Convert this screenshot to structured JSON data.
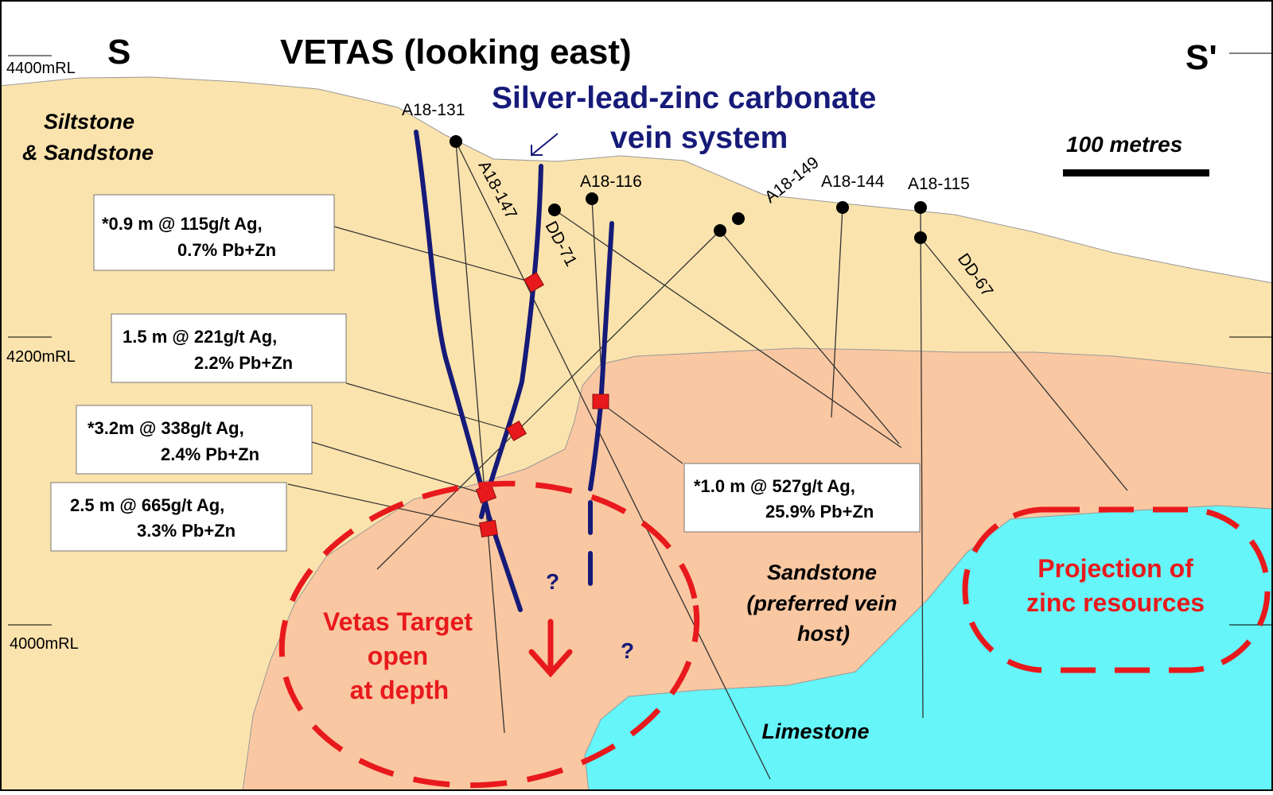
{
  "title": "VETAS (looking east)",
  "section_labels": {
    "left": "S",
    "right": "S'"
  },
  "elevations": [
    "4400mRL",
    "4200mRL",
    "4000mRL"
  ],
  "scale_bar": "100 metres",
  "rock_units": {
    "siltstone": [
      "Siltstone",
      "& Sandstone"
    ],
    "sandstone": [
      "Sandstone",
      "(preferred vein",
      "host)"
    ],
    "limestone": "Limestone"
  },
  "vein_system_label": [
    "Silver-lead-zinc carbonate",
    "vein system"
  ],
  "drill_holes": [
    "A18-131",
    "A18-147",
    "DD-71",
    "A18-116",
    "A18-149",
    "A18-144",
    "A18-115",
    "DD-67"
  ],
  "intercepts": [
    {
      "line1": "*0.9 m @ 115g/t Ag,",
      "line2": "0.7% Pb+Zn"
    },
    {
      "line1": "1.5 m @ 221g/t Ag,",
      "line2": "2.2% Pb+Zn"
    },
    {
      "line1": "*3.2m @ 338g/t Ag,",
      "line2": "2.4% Pb+Zn"
    },
    {
      "line1": "2.5 m @ 665g/t Ag,",
      "line2": "3.3% Pb+Zn"
    },
    {
      "line1": "*1.0 m @ 527g/t Ag,",
      "line2": "25.9% Pb+Zn"
    }
  ],
  "target_label": [
    "Vetas Target",
    "open",
    "at depth"
  ],
  "zinc_label": [
    "Projection of",
    "zinc resources"
  ],
  "question_mark": "?",
  "colors": {
    "siltstone": "#fbe3ad",
    "sandstone": "#f9c7a1",
    "limestone": "#66f5f8",
    "vein": "#161a78",
    "target": "#e8191c",
    "intercept": "#e8191c"
  }
}
